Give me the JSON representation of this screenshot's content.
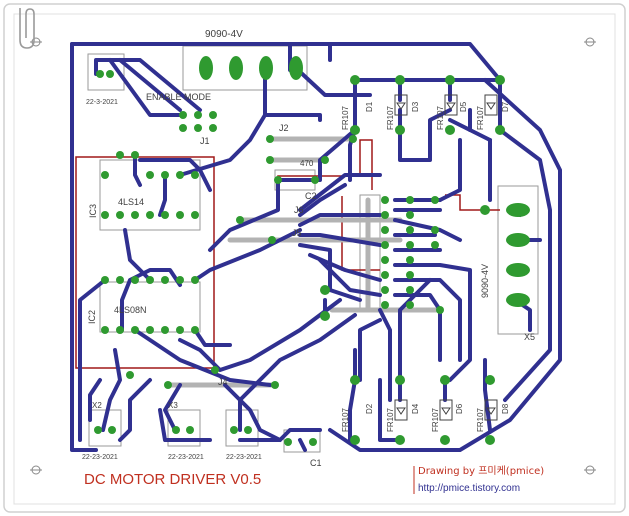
{
  "title": "DC MOTOR DRIVER V0.5",
  "credit": {
    "drawing_by": "Drawing by 프미케(pmice)",
    "url": "http://pmice.tistory.com"
  },
  "labels": {
    "top_conn": "9090-4V",
    "right_conn": "9090-4V",
    "enable_mode": "ENABLE MODE",
    "j1": "J1",
    "j2": "J2",
    "j4": "J4",
    "j5": "J5",
    "j6": "J6",
    "x2": "X2",
    "x3": "X3",
    "x5": "X5",
    "ic3": "IC3",
    "ic2": "IC2",
    "ic3_part": "4LS14",
    "ic2_part": "4LS08N",
    "c1": "C1",
    "c2": "C2",
    "c2_val": "470",
    "date1": "22-3-2021",
    "date2": "22-23-2021",
    "date3": "22-23-2021",
    "date4": "22-23-2021",
    "fr_top1": "FR107",
    "fr_top2": "FR107",
    "fr_top3": "FR107",
    "fr_top4": "FR107",
    "fr_bot1": "FR107",
    "fr_bot2": "FR107",
    "fr_bot3": "FR107",
    "fr_bot4": "FR107",
    "d2": "D2",
    "d4": "D4",
    "d6": "D6",
    "d8": "D8",
    "d1": "D1",
    "d3": "D3",
    "d5": "D5",
    "d7": "D7"
  },
  "colors": {
    "trace": "#303090",
    "pad": "#2f9a30",
    "outline": "#a01818",
    "jumper": "#b0b0b0",
    "silk": "#404040",
    "title": "#c03020"
  }
}
